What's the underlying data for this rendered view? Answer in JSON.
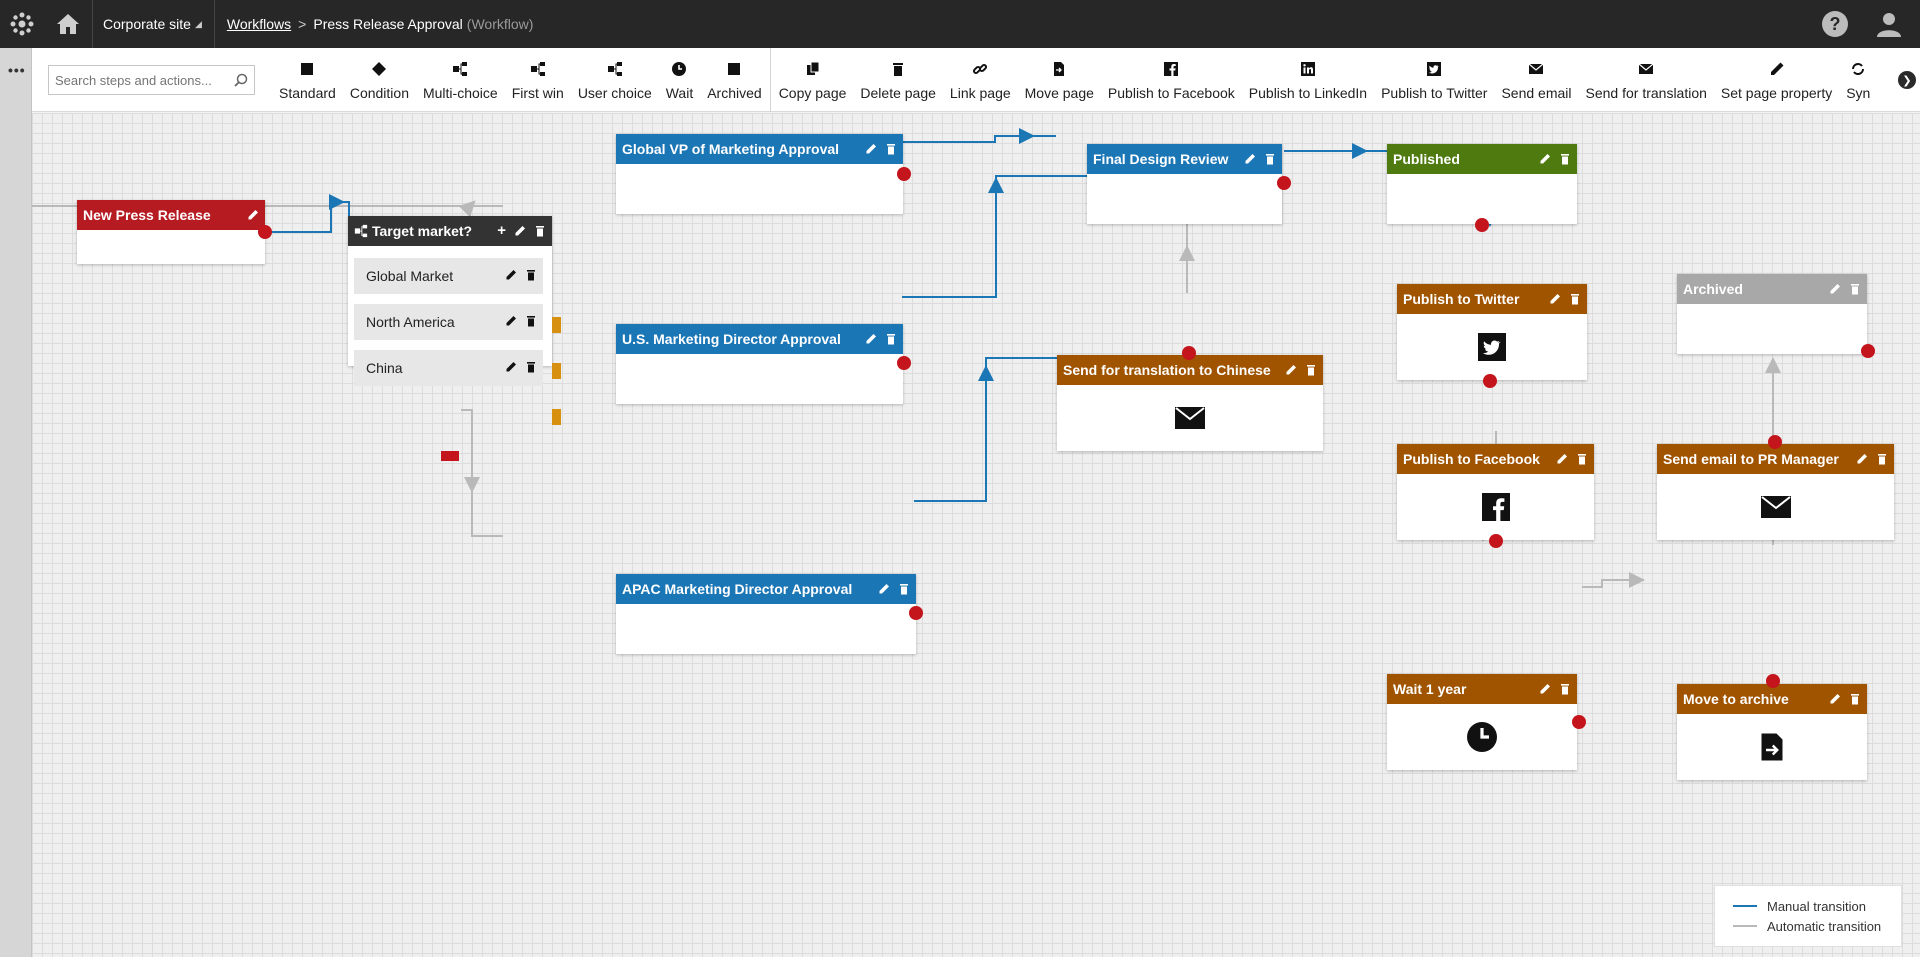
{
  "topbar": {
    "site": "Corporate site",
    "breadcrumb_link": "Workflows",
    "breadcrumb_current": "Press Release Approval",
    "breadcrumb_type": "(Workflow)"
  },
  "toolbar": {
    "search_placeholder": "Search steps and actions...",
    "steps": [
      {
        "label": "Standard",
        "icon": "square-icon"
      },
      {
        "label": "Condition",
        "icon": "diamond-icon"
      },
      {
        "label": "Multi-choice",
        "icon": "multi-choice-icon"
      },
      {
        "label": "First win",
        "icon": "first-win-icon"
      },
      {
        "label": "User choice",
        "icon": "user-choice-icon"
      },
      {
        "label": "Wait",
        "icon": "clock-icon"
      },
      {
        "label": "Archived",
        "icon": "square-icon"
      }
    ],
    "actions": [
      {
        "label": "Copy page",
        "icon": "copy-icon"
      },
      {
        "label": "Delete page",
        "icon": "trash-icon"
      },
      {
        "label": "Link page",
        "icon": "link-icon"
      },
      {
        "label": "Move page",
        "icon": "move-page-icon"
      },
      {
        "label": "Publish to Facebook",
        "icon": "facebook-icon"
      },
      {
        "label": "Publish to LinkedIn",
        "icon": "linkedin-icon"
      },
      {
        "label": "Publish to Twitter",
        "icon": "twitter-icon"
      },
      {
        "label": "Send email",
        "icon": "envelope-icon"
      },
      {
        "label": "Send for translation",
        "icon": "envelope-icon"
      },
      {
        "label": "Set page property",
        "icon": "pencil-icon"
      },
      {
        "label": "Syn",
        "icon": "sync-icon"
      }
    ]
  },
  "nodes": {
    "new_press_release": "New Press Release",
    "target_market": "Target market?",
    "choices": [
      "Global Market",
      "North America",
      "China"
    ],
    "global_vp": "Global VP of Marketing Approval",
    "us_director": "U.S. Marketing Director Approval",
    "apac_director": "APAC Marketing Director Approval",
    "final_design_review": "Final Design Review",
    "send_translation": "Send for translation to Chinese",
    "published": "Published",
    "publish_twitter": "Publish to Twitter",
    "publish_facebook": "Publish to Facebook",
    "wait_1_year": "Wait 1 year",
    "archived": "Archived",
    "send_email_pr": "Send email to PR Manager",
    "move_to_archive": "Move to archive"
  },
  "legend": {
    "manual": "Manual transition",
    "automatic": "Automatic transition"
  },
  "colors": {
    "manual_line": "#1b76b6",
    "automatic_line": "#b9b9b9",
    "standard_step": "#1b76b6",
    "start_step": "#b51b21",
    "published_step": "#4e7a0f",
    "action_step": "#a05400",
    "archived_step": "#a8a8a8"
  }
}
